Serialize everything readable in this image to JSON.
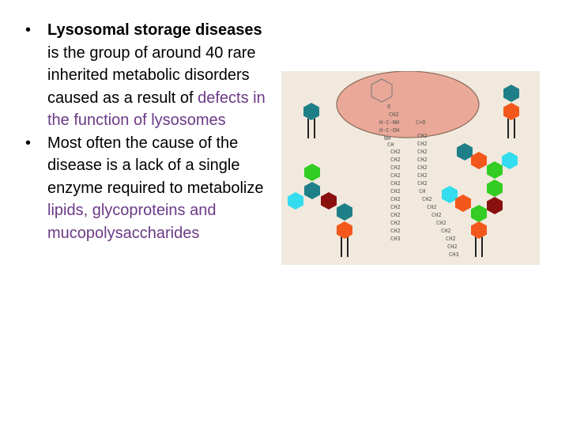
{
  "bullets": [
    {
      "bold": "Lysosomal storage diseases",
      "text": " is the group of around 40 rare inherited metabolic disorders caused as a result of ",
      "highlight": "defects in the function of lysosomes"
    },
    {
      "text": "Most often the cause of the disease is a lack of a single enzyme required to metabolize ",
      "highlight": "lipids, glycoproteins and mucopolysaccharides"
    }
  ],
  "colors": {
    "text": "#000000",
    "highlight": "#6b3a86",
    "figure_background": "#f1e9dd",
    "ellipse_fill": "#e9a898",
    "teal": "#1f7f88",
    "orange": "#f2581c",
    "green": "#33cc22",
    "cyan": "#33ddee",
    "dark_red": "#8a1010"
  },
  "figure": {
    "description_icon": "glycolipid-diagram-icon",
    "labels": [
      "O",
      "CH2",
      "H-C-NH",
      "H-C-OH",
      "C=O",
      "NH",
      "CH",
      "CH2",
      "CH3"
    ]
  }
}
